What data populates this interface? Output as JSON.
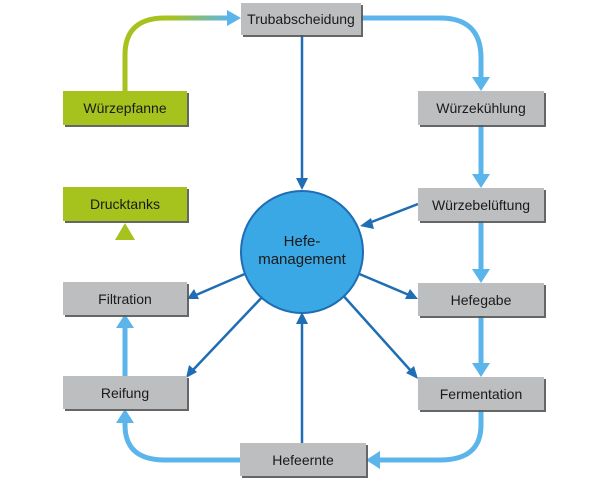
{
  "nodes": {
    "trubabscheidung": "Trubabscheidung",
    "wuerzepfanne": "Würzepfanne",
    "wuerzekuehlung": "Würzekühlung",
    "wuerzebelueftung": "Würzebelüftung",
    "hefegabe": "Hefegabe",
    "fermentation": "Fermentation",
    "hefeernte": "Hefeernte",
    "reifung": "Reifung",
    "filtration": "Filtration",
    "drucktanks": "Drucktanks"
  },
  "hub": {
    "line1": "Hefe-",
    "line2": "management"
  },
  "colors": {
    "box_gray": "#bcbec0",
    "box_green": "#a6c21d",
    "flow_light_blue": "#5bb5ea",
    "hub_fill": "#3aa8e4",
    "radial_dark_blue": "#1f6db4",
    "label_text": "#1a1a1a"
  }
}
